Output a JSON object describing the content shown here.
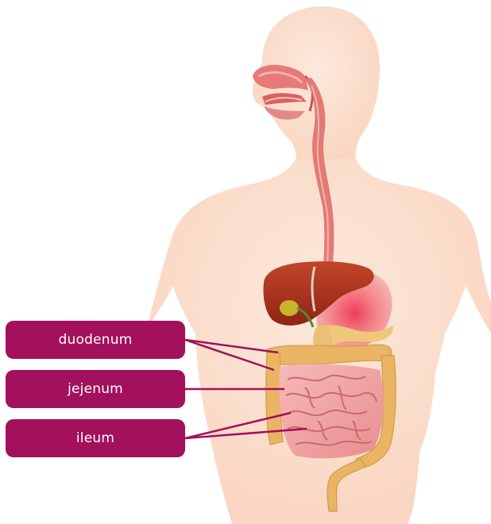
{
  "colors": {
    "label_fill": "#a3105c",
    "label_text": "#ffffff",
    "body_skin": "#fbe0cf",
    "liver": "#a5321c",
    "stomach": "#f08384",
    "large_intestine": "#e9b565",
    "small_intestine": "#f2a7a8",
    "esophagus": "#e07a75"
  },
  "labels": [
    {
      "key": "duodenum",
      "text": "duodenum"
    },
    {
      "key": "jejenum",
      "text": "jejenum"
    },
    {
      "key": "ileum",
      "text": "ileum"
    }
  ],
  "illustration": {
    "subject": "human digestive system",
    "organs": [
      "mouth",
      "tongue",
      "esophagus",
      "liver",
      "gallbladder",
      "stomach",
      "pancreas",
      "duodenum",
      "jejunum",
      "ileum",
      "large intestine",
      "rectum"
    ]
  }
}
